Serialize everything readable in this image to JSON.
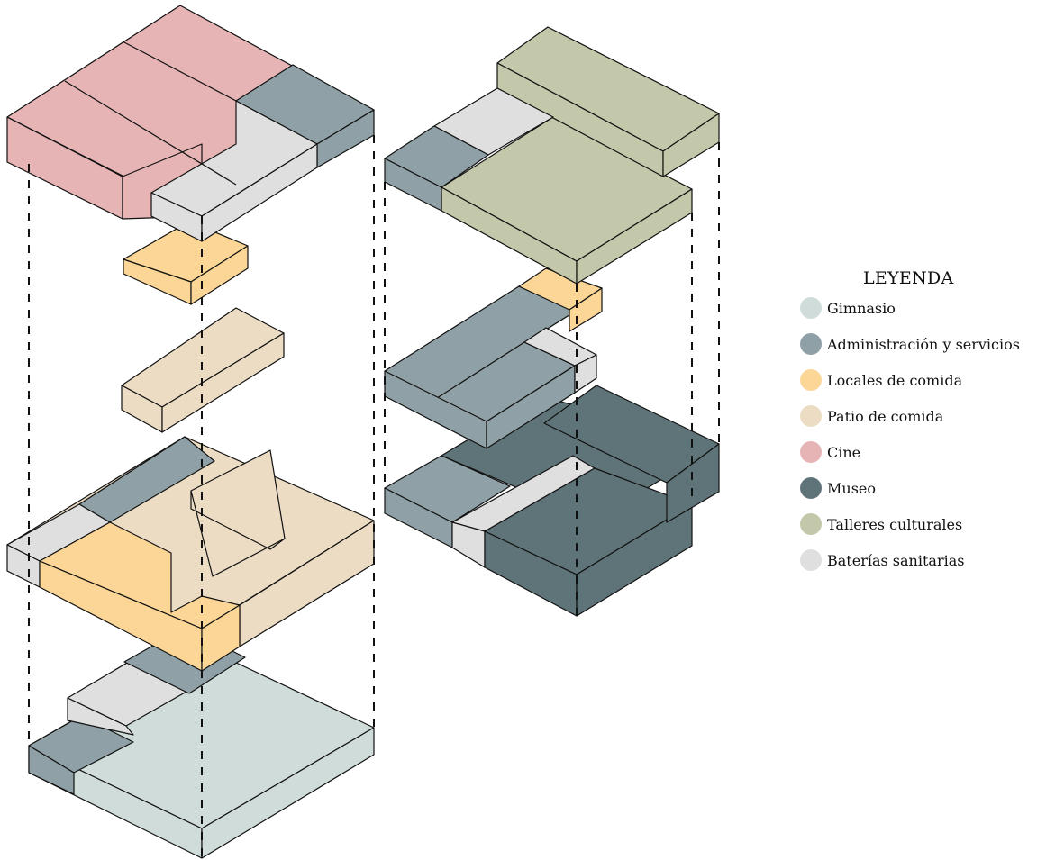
{
  "legend": {
    "title": "LEYENDA",
    "items": [
      {
        "label": "Gimnasio",
        "color": "#cfdcd9"
      },
      {
        "label": "Administración y servicios",
        "color": "#8fa1a6"
      },
      {
        "label": "Locales de comida",
        "color": "#fbd697"
      },
      {
        "label": "Patio de comida",
        "color": "#ecdcc4"
      },
      {
        "label": "Cine",
        "color": "#e6b4b5"
      },
      {
        "label": "Museo",
        "color": "#5f7479"
      },
      {
        "label": "Talleres culturales",
        "color": "#c3c8aa"
      },
      {
        "label": "Baterías sanitarias",
        "color": "#dfdfdf"
      }
    ]
  },
  "palette": {
    "gimnasio": "#cfdcd9",
    "administracion": "#8fa1a6",
    "locales": "#fbd697",
    "patio": "#ecdcc4",
    "cine": "#e6b4b5",
    "museo": "#5f7479",
    "talleres": "#c3c8aa",
    "banos": "#dfdfdf"
  }
}
